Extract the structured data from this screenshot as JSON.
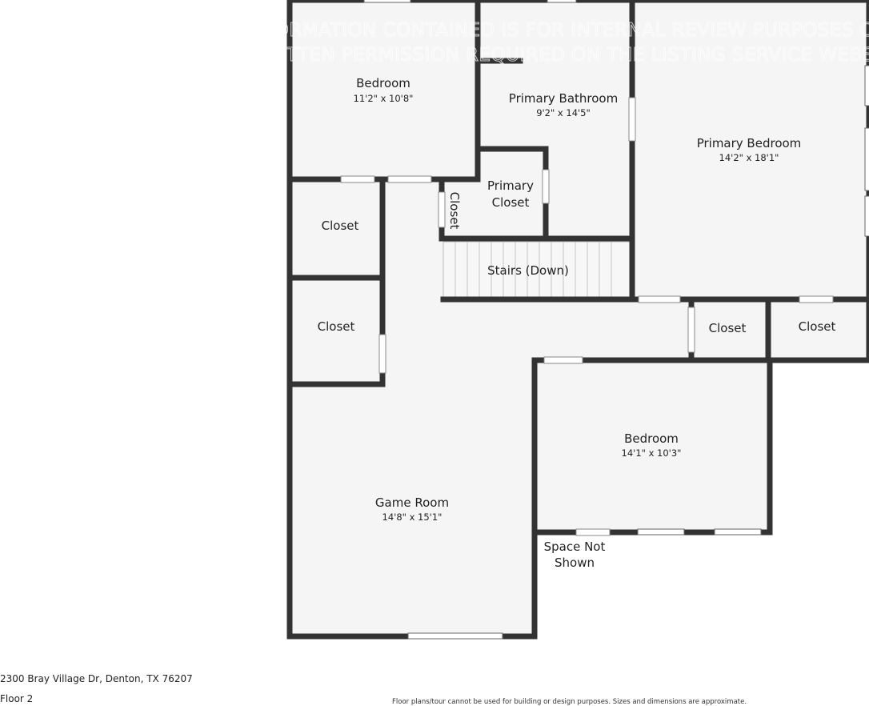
{
  "watermark": {
    "line1": "INFORMATION CONTAINED IS FOR INTERNAL REVIEW PURPOSES ONLY",
    "line2": "WRITTEN PERMISSION REQUIRED ON THE LISTING SERVICE WEBSITE"
  },
  "rooms": {
    "bedroom_top": {
      "name": "Bedroom",
      "dims": "11'2\" x 10'8\""
    },
    "primary_bathroom": {
      "name": "Primary Bathroom",
      "dims": "9'2\" x 14'5\""
    },
    "primary_bedroom": {
      "name": "Primary Bedroom",
      "dims": "14'2\" x 18'1\""
    },
    "primary_closet": {
      "line1": "Primary",
      "line2": "Closet"
    },
    "closet_small": {
      "name": "Closet"
    },
    "closet_left_upper": {
      "name": "Closet"
    },
    "closet_left_lower": {
      "name": "Closet"
    },
    "stairs": {
      "name": "Stairs (Down)"
    },
    "closet_mid_right": {
      "name": "Closet"
    },
    "closet_far_right": {
      "name": "Closet"
    },
    "bedroom_lower": {
      "name": "Bedroom",
      "dims": "14'1\" x 10'3\""
    },
    "game_room": {
      "name": "Game Room",
      "dims": "14'8\" x 15'1\""
    },
    "space_not_shown": {
      "line1": "Space Not",
      "line2": "Shown"
    }
  },
  "footer": {
    "address": "2300 Bray Village Dr, Denton, TX 76207",
    "floor": "Floor 2",
    "disclaimer": "Floor plans/tour cannot be used for building or design purposes. Sizes and dimensions are approximate."
  }
}
